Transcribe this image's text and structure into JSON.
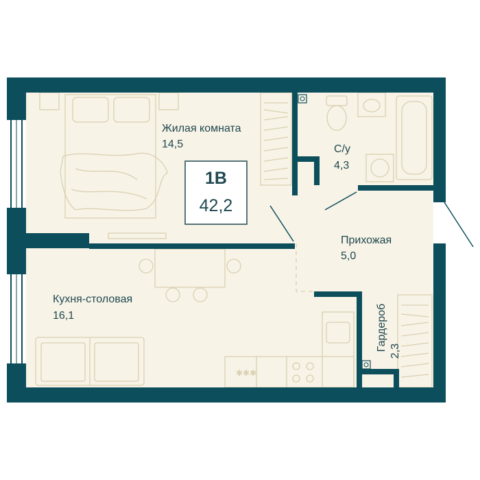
{
  "apartment": {
    "type": "1В",
    "total_area": "42,2"
  },
  "rooms": [
    {
      "name": "Жилая комната",
      "area": "14,5"
    },
    {
      "name": "С/у",
      "area": "4,3"
    },
    {
      "name": "Прихожая",
      "area": "5,0"
    },
    {
      "name": "Кухня-столовая",
      "area": "16,1"
    },
    {
      "name": "Гардероб",
      "area": "2,3"
    }
  ],
  "colors": {
    "wall": "#0c4e5b",
    "floor": "#f7f3e6",
    "furniture_line": "#d9cfb2",
    "text": "#1f4750"
  }
}
